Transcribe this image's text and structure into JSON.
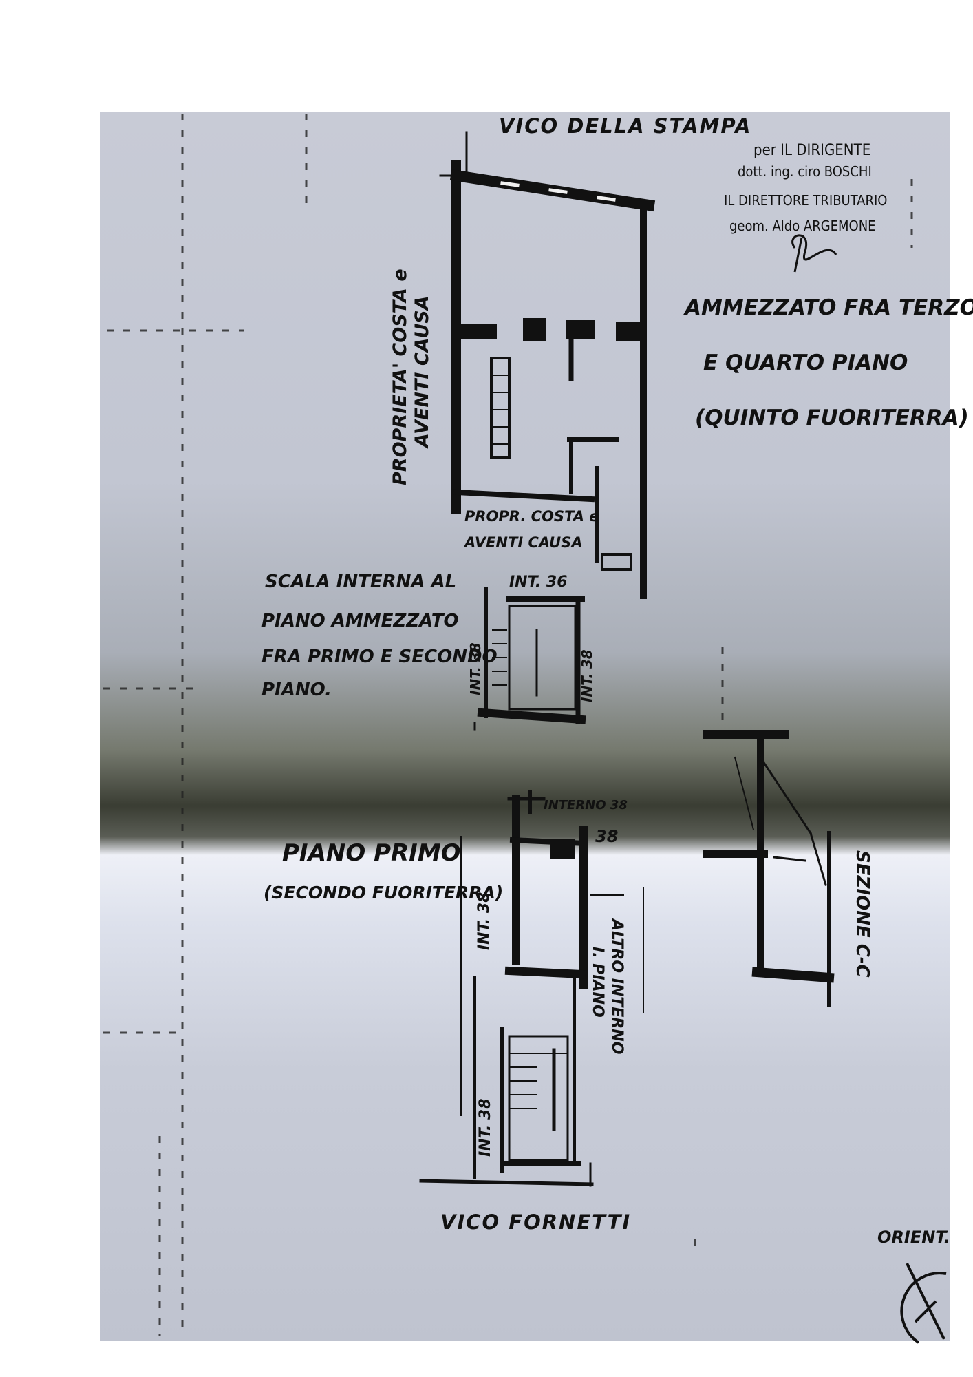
{
  "streets": {
    "top": "VICO DELLA STAMPA",
    "bottom": "VICO FORNETTI"
  },
  "stamp": {
    "line1": "per IL DIRIGENTE",
    "line2": "dott. ing. ciro BOSCHI",
    "line3": "IL DIRETTORE TRIBUTARIO",
    "line4": "geom. Aldo ARGEMONE"
  },
  "labels": {
    "upper_floor_title": [
      "AMMEZZATO FRA TERZO",
      "E QUARTO PIANO",
      "(QUINTO FUORITERRA)"
    ],
    "left_property": [
      "PROPRIETA' COSTA e",
      "AVENTI CAUSA"
    ],
    "middle_property": [
      "PROPR. COSTA e",
      "AVENTI CAUSA"
    ],
    "interno_top": "INT. 36",
    "interno_left": "INT. 38",
    "interno_right": "INT. 38",
    "internal_stair": [
      "SCALA INTERNA AL",
      "PIANO AMMEZZATO",
      "FRA PRIMO E SECONDO",
      "PIANO."
    ],
    "first_floor_title": [
      "PIANO PRIMO",
      "(SECONDO FUORITERRA)"
    ],
    "interno_ground": "INTERNO 38",
    "interno_ground_left": "INT. 38",
    "interno_ground_mid": "38",
    "other_interno": [
      "ALTRO INTERNO",
      "I. PIANO"
    ],
    "interno_bottom": "INT. 38",
    "section": "SEZIONE C-C",
    "orientation": "ORIENT."
  },
  "colors": {
    "paper": "#c9ccd6",
    "ink": "#111111",
    "shadow": "#3a3d33"
  }
}
